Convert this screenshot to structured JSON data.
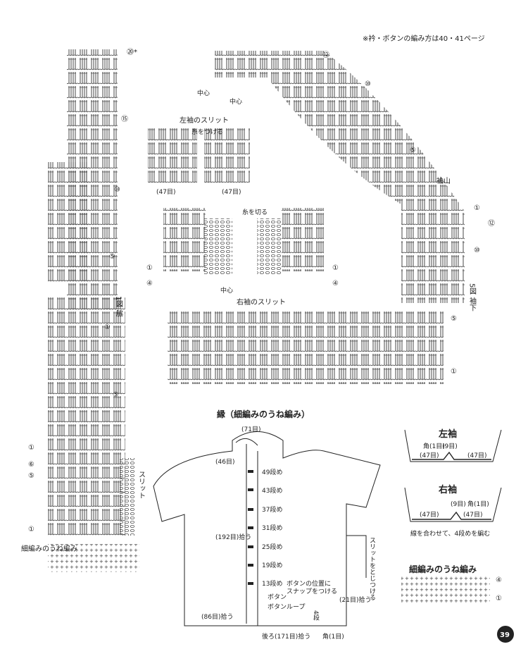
{
  "note": "※衿・ボタンの編み方は40・41ページ",
  "page_number": "39",
  "side_panel": {
    "diagram_label": "1図 脇",
    "row_labels": [
      "⑳*",
      "⑮",
      "⑩",
      "⑤",
      "①",
      "⑤",
      "①",
      "⑥",
      "⑤",
      "①"
    ],
    "slit_label": "スリット",
    "edge_label": "細編みのうね編み"
  },
  "sleeve_panel": {
    "center_label": "中心",
    "left_slit_title": "左袖のスリット",
    "right_slit_title": "右袖のスリット",
    "left_slit_marker": "糸をつける",
    "right_slit_marker": "糸を切る",
    "left_count_a": "(47目)",
    "left_count_b": "(47目)",
    "cap_label": "袖山",
    "diagram_label": "5図 袖下",
    "row_labels": [
      "⑫",
      "⑩",
      "⑤",
      "①",
      "⑫",
      "⑩",
      "⑤",
      "①"
    ],
    "small_labels": [
      "①",
      "④",
      "①",
      "④"
    ]
  },
  "edging": {
    "title": "縁（細編みのうね編み）",
    "collar_count": "(71目)",
    "collar_side": "(46目)",
    "body_side": "(192目)拾う",
    "hem_count": "(86目)拾う",
    "hem_back": "後ろ(171目)拾う",
    "corner": "角(1目)",
    "buttonhole_rows": [
      "49段め",
      "43段め",
      "37段め",
      "31段め",
      "25段め",
      "19段め",
      "13段め"
    ],
    "snap_note_1": "ボタンの位置に",
    "snap_note_2": "スナップをつける",
    "button": "ボタン",
    "button_loop": "ボタンループ",
    "sleeve_pickup": "(21目)拾う",
    "rows_4": "4段",
    "slit_join": "スリットをとじつける"
  },
  "left_sleeve": {
    "title": "左袖",
    "corner": "角(1目)",
    "center": "(9目)",
    "a": "(47目)",
    "b": "(47目)"
  },
  "right_sleeve": {
    "title": "右袖",
    "center": "(9目)",
    "corner": "角(1目)",
    "a": "(47目)",
    "b": "(47目)",
    "note": "線を合わせて、4段めを編む"
  },
  "pattern": {
    "title": "細編みのうね編み",
    "rows": [
      "④",
      "①"
    ]
  }
}
